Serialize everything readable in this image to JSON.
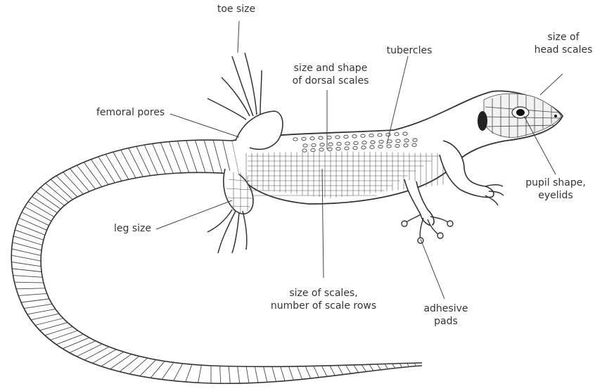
{
  "labels": {
    "toe_size": "toe size",
    "size_of_head_scales": [
      "size of",
      "head scales"
    ],
    "tubercles": "tubercles",
    "dorsal_scales": [
      "size and shape",
      "of dorsal scales"
    ],
    "femoral_pores": "femoral pores",
    "pupil_shape": [
      "pupil shape,",
      "eyelids"
    ],
    "leg_size": "leg size",
    "size_of_scales": [
      "size of scales,",
      "number of scale rows"
    ],
    "adhesive_pads": [
      "adhesive",
      "pads"
    ]
  },
  "colors": {
    "ink": "#333333",
    "background": "#ffffff"
  }
}
